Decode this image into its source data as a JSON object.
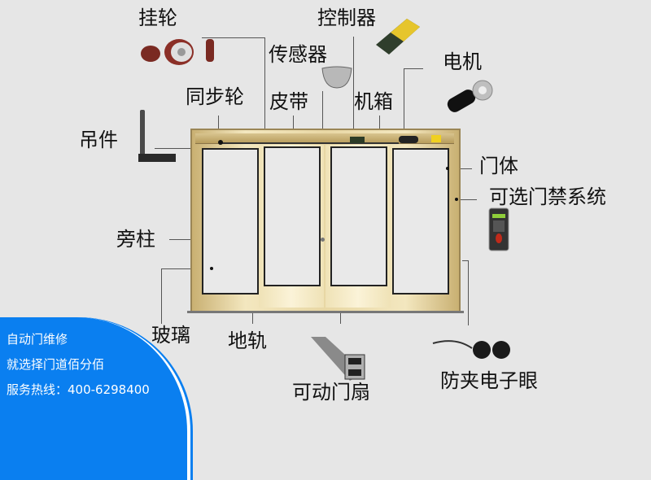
{
  "diagram": {
    "title_labels": {
      "hanger_wheel": "挂轮",
      "controller": "控制器",
      "sensor": "传感器",
      "motor": "电机",
      "sync_wheel": "同步轮",
      "belt": "皮带",
      "gearbox": "机箱",
      "hanger": "吊件",
      "door_body": "门体",
      "access_control": "可选门禁系统",
      "side_column": "旁柱",
      "glass": "玻璃",
      "floor_track": "地轨",
      "movable_leaf": "可动门扇",
      "anti_pinch_sensor": "防夹电子眼"
    },
    "colors": {
      "background": "#e6e6e6",
      "frame_gold": "#d9c48a",
      "promo_blue": "#0a7ff0"
    }
  },
  "promo": {
    "line1": "自动门维修",
    "line2": "就选择门道佰分佰",
    "line3": "服务热线：400-6298400"
  }
}
